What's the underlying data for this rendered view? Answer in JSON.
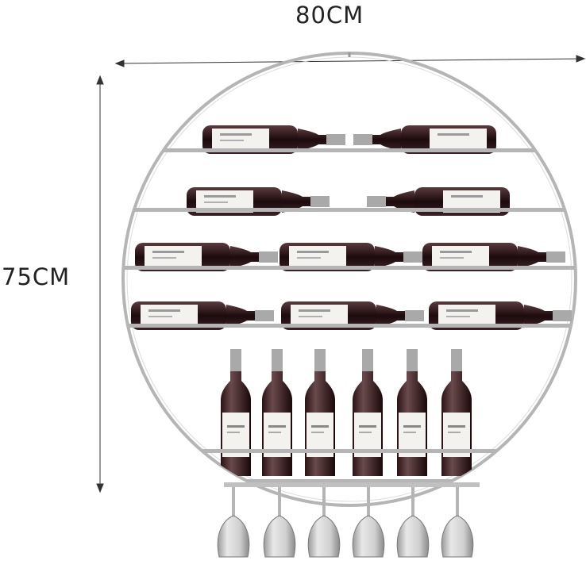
{
  "dimensions": {
    "width_label": "80CM",
    "height_label": "75CM"
  },
  "colors": {
    "frame": "#b5b5b5",
    "bottle_dark": "#2a1417",
    "bottle_label": "#f4f2ee",
    "capsule": "#9a9a9a",
    "glass": "#c9c9c9",
    "dimension_line": "#333333"
  },
  "product": {
    "type": "round wall-mounted wine rack with bottles and hanging glasses",
    "horizontal_bottle_rows": [
      2,
      2,
      3,
      3
    ],
    "upright_bottles": 6,
    "hanging_glasses": 6
  }
}
